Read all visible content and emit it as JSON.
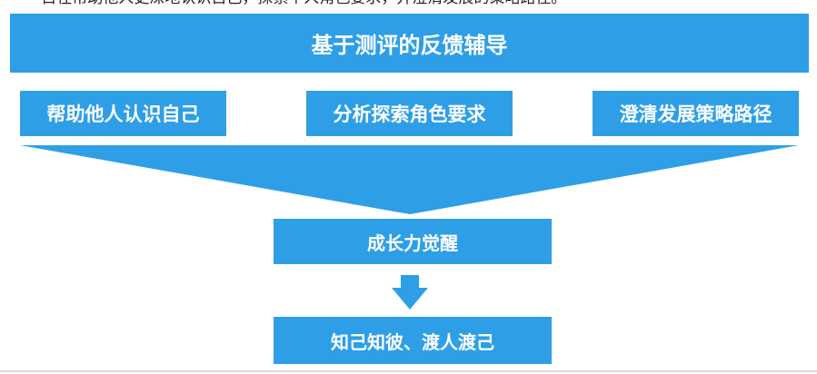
{
  "intro_text": "• 目在帮助他人更深地认识自己，探索个人角色要求，并澄清发展的策略路径。",
  "header": {
    "title": "基于测评的反馈辅导"
  },
  "sub_boxes": [
    {
      "label": "帮助他人认识自己"
    },
    {
      "label": "分析探索角色要求"
    },
    {
      "label": "澄清发展策略路径"
    }
  ],
  "middle": {
    "label": "成长力觉醒"
  },
  "bottom": {
    "label": "知己知彼、渡人渡己"
  },
  "colors": {
    "primary": "#2e9fe6",
    "text_on_primary": "#ffffff"
  },
  "icons": {
    "funnel": "funnel-shape",
    "arrow": "arrow-down-icon"
  }
}
